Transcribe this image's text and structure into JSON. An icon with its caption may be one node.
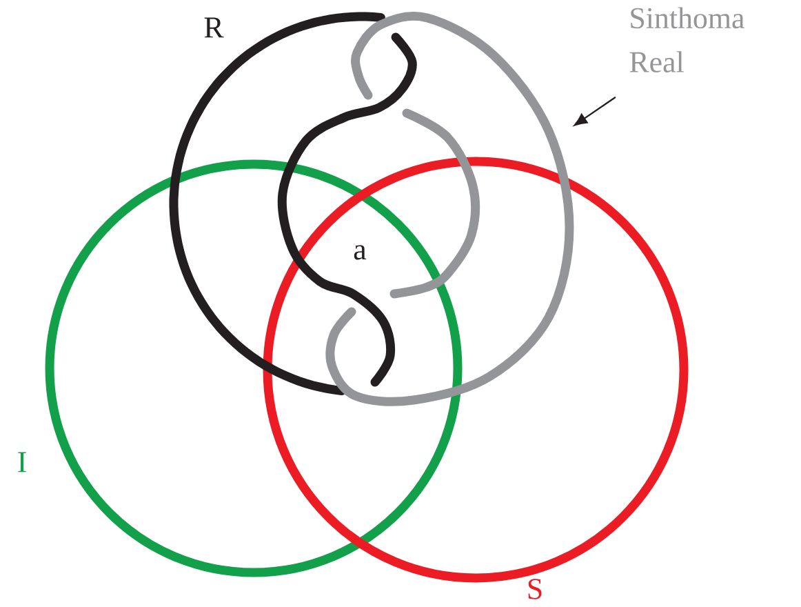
{
  "diagram": {
    "nodes": [
      {
        "text": [
          "Sinthoma Real"
        ]
      },
      {
        "text": [],
        "shape": "ring"
      }
    ],
    "edges": [
      {
        "from": 0,
        "to": 1,
        "arrow": "to"
      }
    ],
    "labels": [
      "R",
      "a",
      "I",
      "S"
    ]
  }
}
